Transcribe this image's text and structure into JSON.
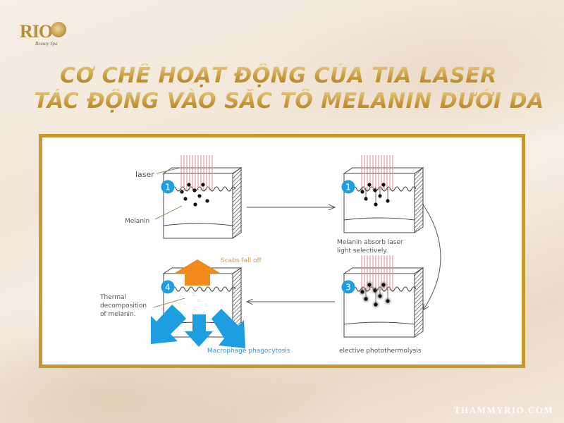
{
  "logo": {
    "brand": "RIO",
    "tagline": "Beauty Spa"
  },
  "title": {
    "line1": "CƠ CHẾ HOẠT ĐỘNG CỦA TIA LASER",
    "line2": "TÁC ĐỘNG VÀO SẮC TỐ MELANIN DƯỚI DA"
  },
  "diagram": {
    "steps": [
      {
        "number": "1",
        "label_top": "laser",
        "label_side": "Melanin"
      },
      {
        "number": "1",
        "caption_line1": "Melanin absorb laser",
        "caption_line2": "light selectively."
      },
      {
        "number": "3",
        "caption": "elective photothermolysis"
      },
      {
        "number": "4",
        "label_top": "Scabs fall off",
        "label_side_1": "Thermal",
        "label_side_2": "decomposition",
        "label_side_3": "of melanin.",
        "label_bottom": "Macrophage phagocytosis"
      }
    ],
    "colors": {
      "badge": "#1c9ee0",
      "up_arrow": "#f08a1c",
      "down_arrows": "#1c9ee0",
      "laser": "#d98a95",
      "frame": "#c59a2f"
    }
  },
  "footer": {
    "website": "THAMMYRIO.COM"
  }
}
